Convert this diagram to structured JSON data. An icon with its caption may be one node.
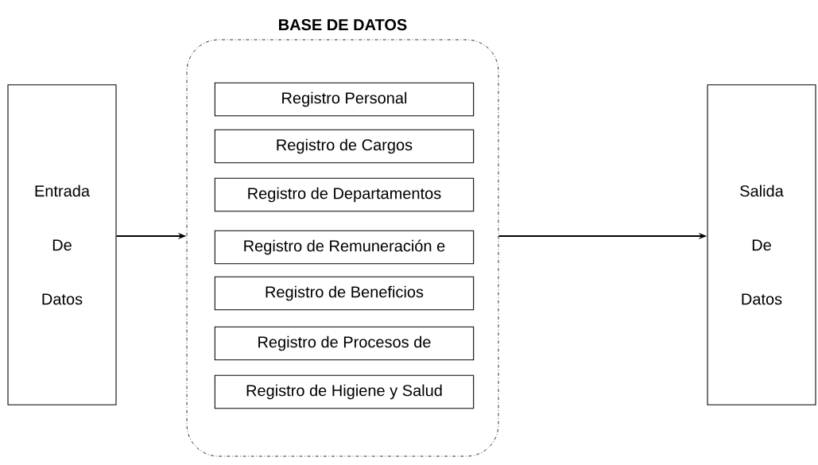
{
  "diagram": {
    "nodes": [
      {
        "text": [
          "Entrada De Datos"
        ]
      },
      {
        "text": [
          "BASE DE DATOS"
        ]
      },
      {
        "text": [
          "Registro Personal"
        ],
        "in": 1
      },
      {
        "text": [
          "Registro de Cargos"
        ],
        "in": 1
      },
      {
        "text": [
          "Registro de Departamentos"
        ],
        "in": 1
      },
      {
        "text": [
          "Registro de Remuneración e"
        ],
        "in": 1
      },
      {
        "text": [
          "Registro de Beneficios"
        ],
        "in": 1
      },
      {
        "text": [
          "Registro de Procesos de"
        ],
        "in": 1
      },
      {
        "text": [
          "Registro de Higiene y Salud"
        ],
        "in": 1
      },
      {
        "text": [
          "Salida De Datos"
        ]
      }
    ],
    "edges": [
      {
        "from": 0,
        "to": 1,
        "arrow": "to"
      },
      {
        "from": 1,
        "to": 9,
        "arrow": "to"
      }
    ]
  }
}
